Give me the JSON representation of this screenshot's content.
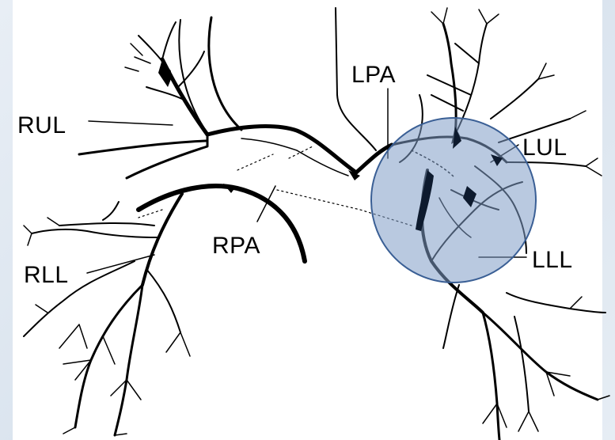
{
  "labels": {
    "rul": "RUL",
    "lpa": "LPA",
    "lul": "LUL",
    "rpa": "RPA",
    "rll": "RLL",
    "lll": "LLL"
  },
  "colors": {
    "background": "#dfe8f1",
    "panel": "#ffffff",
    "ink": "#000000",
    "highlight_fill": "#7f9cc7",
    "highlight_stroke": "#3a5f95"
  },
  "highlight": {
    "shape": "circle",
    "region": "left lower and upper lobe branches"
  }
}
